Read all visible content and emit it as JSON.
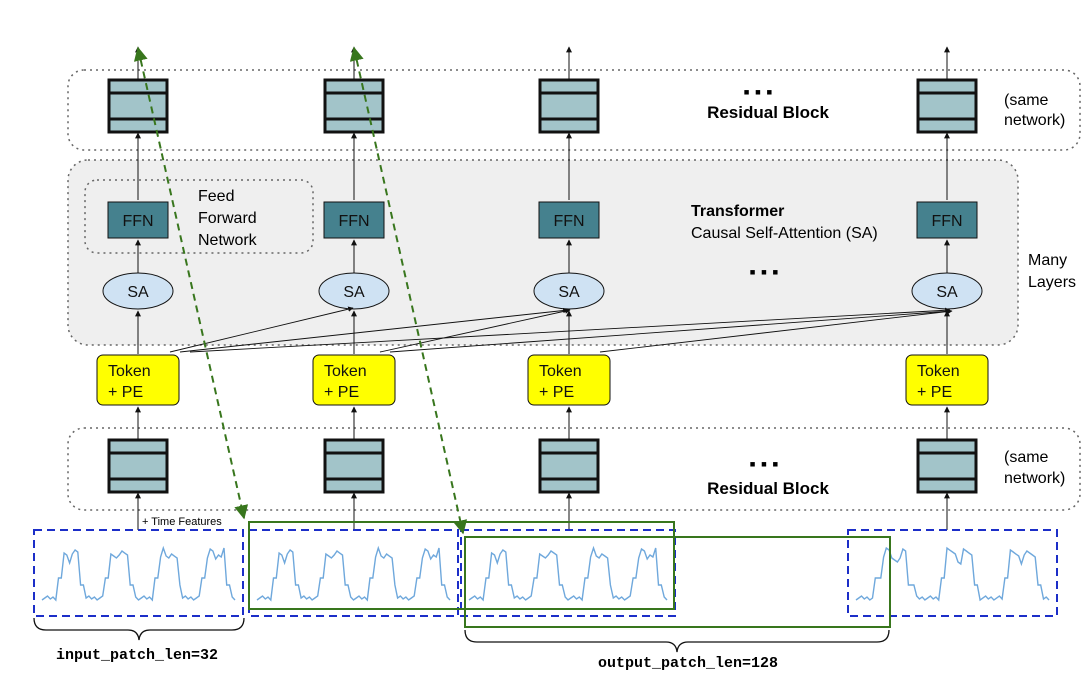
{
  "labels": {
    "residual_block": "Residual Block",
    "same_network_line1": "(same",
    "same_network_line2": "network)",
    "transformer_title": "Transformer",
    "transformer_subtitle": "Causal Self-Attention (SA)",
    "ffn_legend_line1": "Feed",
    "ffn_legend_line2": "Forward",
    "ffn_legend_line3": "Network",
    "many_layers_line1": "Many",
    "many_layers_line2": "Layers",
    "ellipsis": "▪ ▪ ▪",
    "time_features": "+ Time Features",
    "input_patch_len": "input_patch_len=32",
    "output_patch_len": "output_patch_len=128"
  },
  "columns": [
    {
      "ffn": "FFN",
      "sa": "SA",
      "token_line1": "Token",
      "token_line2": "+ PE"
    },
    {
      "ffn": "FFN",
      "sa": "SA",
      "token_line1": "Token",
      "token_line2": "+ PE"
    },
    {
      "ffn": "FFN",
      "sa": "SA",
      "token_line1": "Token",
      "token_line2": "+ PE"
    },
    {
      "ffn": "FFN",
      "sa": "SA",
      "token_line1": "Token",
      "token_line2": "+ PE"
    }
  ],
  "colors": {
    "residual_fill": "#a2c4c9",
    "ffn_fill": "#45818e",
    "sa_fill": "#cfe2f3",
    "token_fill": "#ffff00",
    "transformer_bg": "#efefef",
    "patch_border": "#1c2ec8",
    "output_border": "#38761d",
    "signal": "#6fa8dc"
  }
}
